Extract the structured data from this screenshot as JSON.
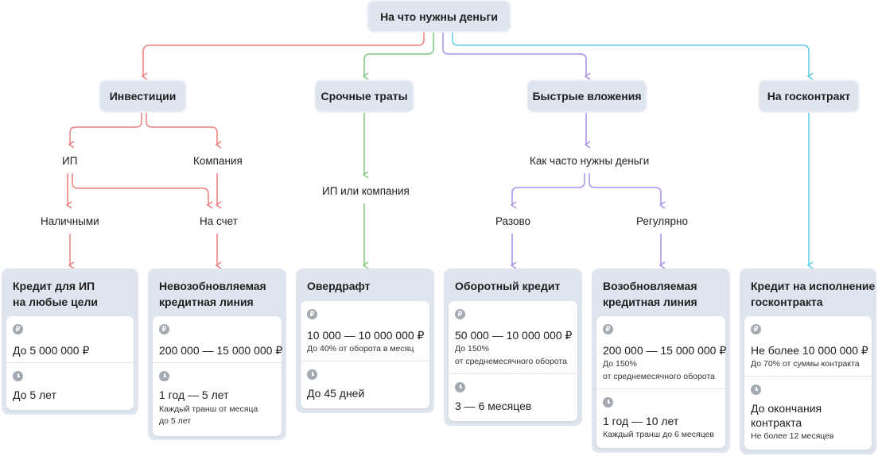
{
  "colors": {
    "red": "#ef7d7d",
    "green": "#7fc880",
    "purple": "#a98ee8",
    "cyan": "#5ccbe6"
  },
  "icons": {
    "money": "ruble-icon",
    "time": "clock-icon"
  },
  "root": "На что нужны деньги",
  "categories": {
    "investments": "Инвестиции",
    "urgent": "Срочные траты",
    "quick": "Быстрые вложения",
    "gov": "На госконтракт"
  },
  "labels": {
    "ip": "ИП",
    "company": "Компания",
    "cash": "Наличными",
    "to_account": "На счет",
    "ip_or_company": "ИП или компания",
    "how_often": "Как часто нужны деньги",
    "once": "Разово",
    "regular": "Регулярно"
  },
  "ruble_glyph": "₽",
  "cards": [
    {
      "title1": "Кредит для ИП",
      "title2": "на любые цели",
      "amount": "До 5 000 000 ₽",
      "term": "До 5 лет"
    },
    {
      "title1": "Невозобновляемая",
      "title2": "кредитная линия",
      "amount": "200 000 — 15 000 000 ₽",
      "term": "1 год — 5 лет",
      "term_note1": "Каждый транш от месяца",
      "term_note2": "до 5 лет"
    },
    {
      "title1": "Овердрафт",
      "amount": "10 000 — 10 000 000 ₽",
      "amount_note1": "До 40% от оборота в месяц",
      "term": "До 45 дней"
    },
    {
      "title1": "Оборотный кредит",
      "amount": "50 000 — 10 000 000 ₽",
      "amount_note1": "До 150%",
      "amount_note2": "от среднемесячного оборота",
      "term": "3 — 6 месяцев"
    },
    {
      "title1": "Возобновляемая",
      "title2": "кредитная линия",
      "amount": "200 000 — 15 000 000 ₽",
      "amount_note1": "До 150%",
      "amount_note2": "от среднемесячного оборота",
      "term": "1 год — 10 лет",
      "term_note1": "Каждый транш до 6 месяцев"
    },
    {
      "title1": "Кредит на исполнение",
      "title2": "госконтракта",
      "amount": "Не более 10 000 000 ₽",
      "amount_note1": "До 70% от суммы контракта",
      "term": "До окончания",
      "term2": "контракта",
      "term_note1": "Не более 12 месяцев"
    }
  ]
}
